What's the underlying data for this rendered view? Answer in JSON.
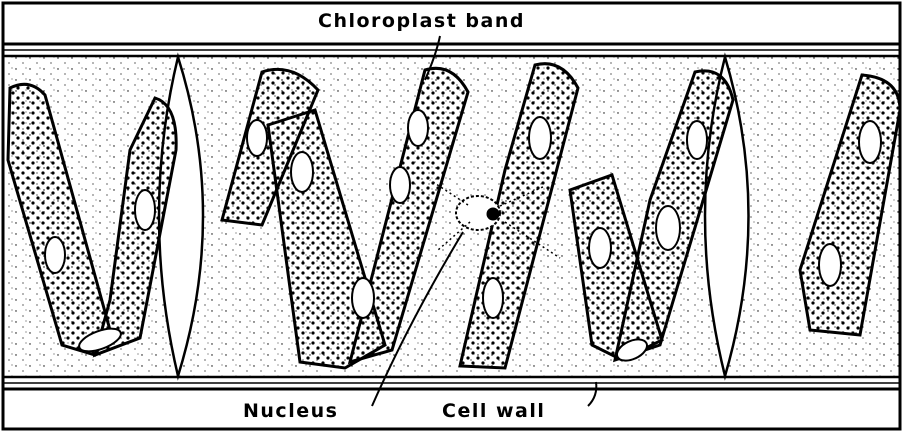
{
  "labels": {
    "chloroplast_band": "Chloroplast band",
    "nucleus": "Nucleus",
    "cell_wall": "Cell wall"
  },
  "colors": {
    "ink": "#000000",
    "paper": "#ffffff"
  }
}
